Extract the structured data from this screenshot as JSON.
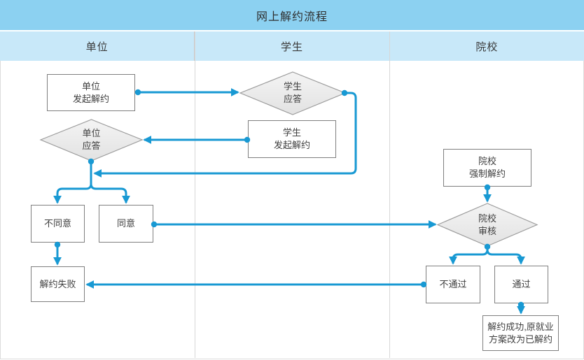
{
  "title": "网上解约流程",
  "lanes": [
    {
      "label": "单位"
    },
    {
      "label": "学生"
    },
    {
      "label": "院校"
    }
  ],
  "nodes": {
    "unit_initiate": {
      "type": "process",
      "lane": "单位",
      "label": "单位\n发起解约"
    },
    "unit_respond": {
      "type": "decision",
      "lane": "单位",
      "label": "单位\n应答"
    },
    "disagree": {
      "type": "process",
      "lane": "单位",
      "label": "不同意"
    },
    "agree": {
      "type": "process",
      "lane": "单位",
      "label": "同意"
    },
    "terminate_failed": {
      "type": "process",
      "lane": "单位",
      "label": "解约失败"
    },
    "student_respond": {
      "type": "decision",
      "lane": "学生",
      "label": "学生\n应答"
    },
    "student_initiate": {
      "type": "process",
      "lane": "学生",
      "label": "学生\n发起解约"
    },
    "school_force": {
      "type": "process",
      "lane": "院校",
      "label": "院校\n强制解约"
    },
    "school_review": {
      "type": "decision",
      "lane": "院校",
      "label": "院校\n审核"
    },
    "not_pass": {
      "type": "process",
      "lane": "院校",
      "label": "不通过"
    },
    "pass": {
      "type": "process",
      "lane": "院校",
      "label": "通过"
    },
    "terminate_success": {
      "type": "process",
      "lane": "院校",
      "label": "解约成功,原就业\n方案改为已解约"
    }
  },
  "edges": [
    {
      "from": "unit_initiate",
      "to": "student_respond"
    },
    {
      "from": "student_initiate",
      "to": "unit_respond"
    },
    {
      "from": "student_respond",
      "to": "unit_respond"
    },
    {
      "from": "unit_respond",
      "to": "disagree"
    },
    {
      "from": "unit_respond",
      "to": "agree"
    },
    {
      "from": "disagree",
      "to": "terminate_failed"
    },
    {
      "from": "agree",
      "to": "school_review"
    },
    {
      "from": "school_force",
      "to": "school_review"
    },
    {
      "from": "school_review",
      "to": "not_pass"
    },
    {
      "from": "school_review",
      "to": "pass"
    },
    {
      "from": "not_pass",
      "to": "terminate_failed"
    },
    {
      "from": "pass",
      "to": "terminate_success"
    }
  ],
  "colors": {
    "arrow": "#1899d3",
    "title_bar": "#8cd1f1",
    "lane_header": "#c8e8f9",
    "node_border": "#7f7f7f",
    "diamond_border": "#9c9c9c",
    "diamond_fill_top": "#f4f4f4",
    "diamond_fill_bottom": "#e2e2e2",
    "text": "#3f3f3f",
    "divider": "#d7d7d7"
  }
}
